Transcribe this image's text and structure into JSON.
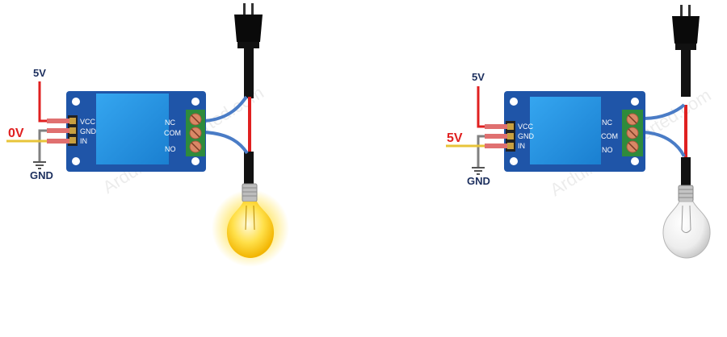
{
  "watermark": "ArduinoGetStarted.com",
  "diagrams": [
    {
      "supply_label": "5V",
      "input_label": "0V",
      "ground_label": "GND",
      "input_color": "#e02020",
      "module_pins": [
        "VCC",
        "GND",
        "IN"
      ],
      "terminal_labels": [
        "NC",
        "COM",
        "NO"
      ],
      "lamp_state": "on"
    },
    {
      "supply_label": "5V",
      "input_label": "5V",
      "ground_label": "GND",
      "input_color": "#e02020",
      "module_pins": [
        "VCC",
        "GND",
        "IN"
      ],
      "terminal_labels": [
        "NC",
        "COM",
        "NO"
      ],
      "lamp_state": "off"
    }
  ],
  "colors": {
    "board": "#1f55a8",
    "relay": "#1e8fe0",
    "terminal": "#2e8b3c",
    "wire_red": "#e02020",
    "wire_black": "#111111",
    "wire_blue": "#4a7cc6",
    "wire_yellow": "#e8c43a",
    "wire_gray": "#808080",
    "label_navy": "#1c2f5e",
    "bulb_on": "#ffd21a",
    "bulb_off": "#f2f2f2"
  }
}
